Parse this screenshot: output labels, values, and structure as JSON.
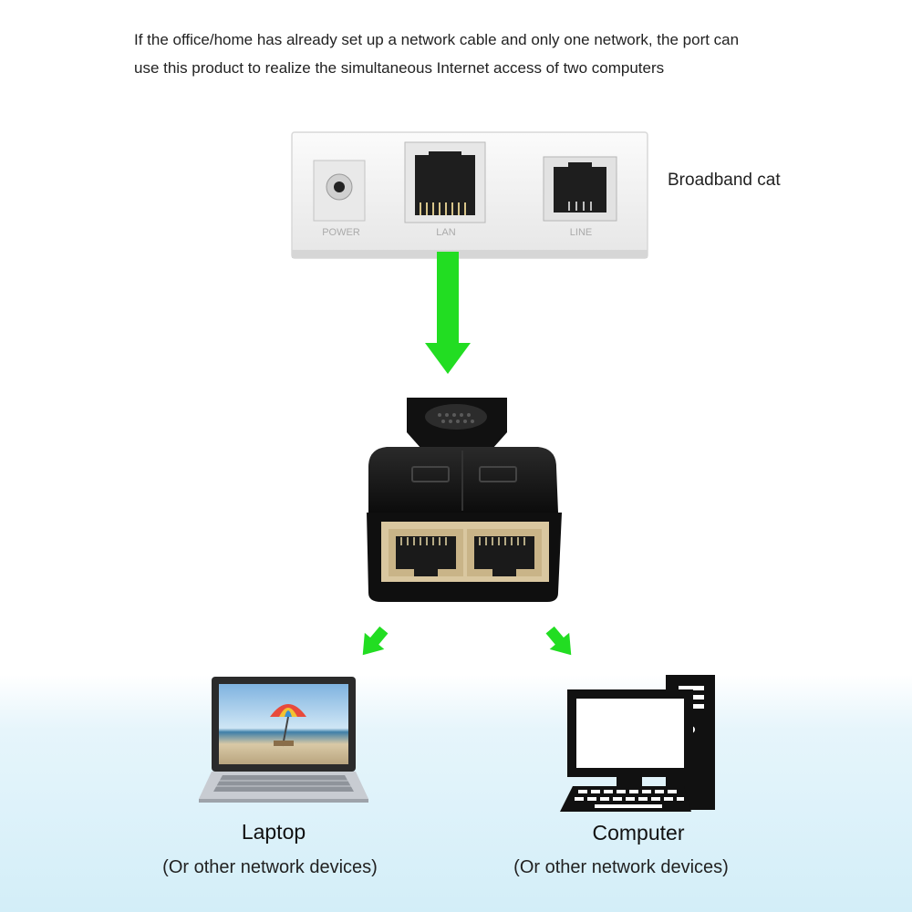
{
  "intro": {
    "line1": "If the office/home has already set up a network cable and only one network, the port can",
    "line2": "use this product to realize the simultaneous Internet access of two computers"
  },
  "modem": {
    "label": "Broadband cat",
    "ports": [
      "POWER",
      "LAN",
      "LINE"
    ]
  },
  "devices": [
    {
      "name": "Laptop",
      "note": "(Or other network devices)"
    },
    {
      "name": "Computer",
      "note": "(Or other network devices)"
    }
  ],
  "colors": {
    "arrow": "#22dd22",
    "splitter": "#151515",
    "modem": "#f2f2f2"
  }
}
